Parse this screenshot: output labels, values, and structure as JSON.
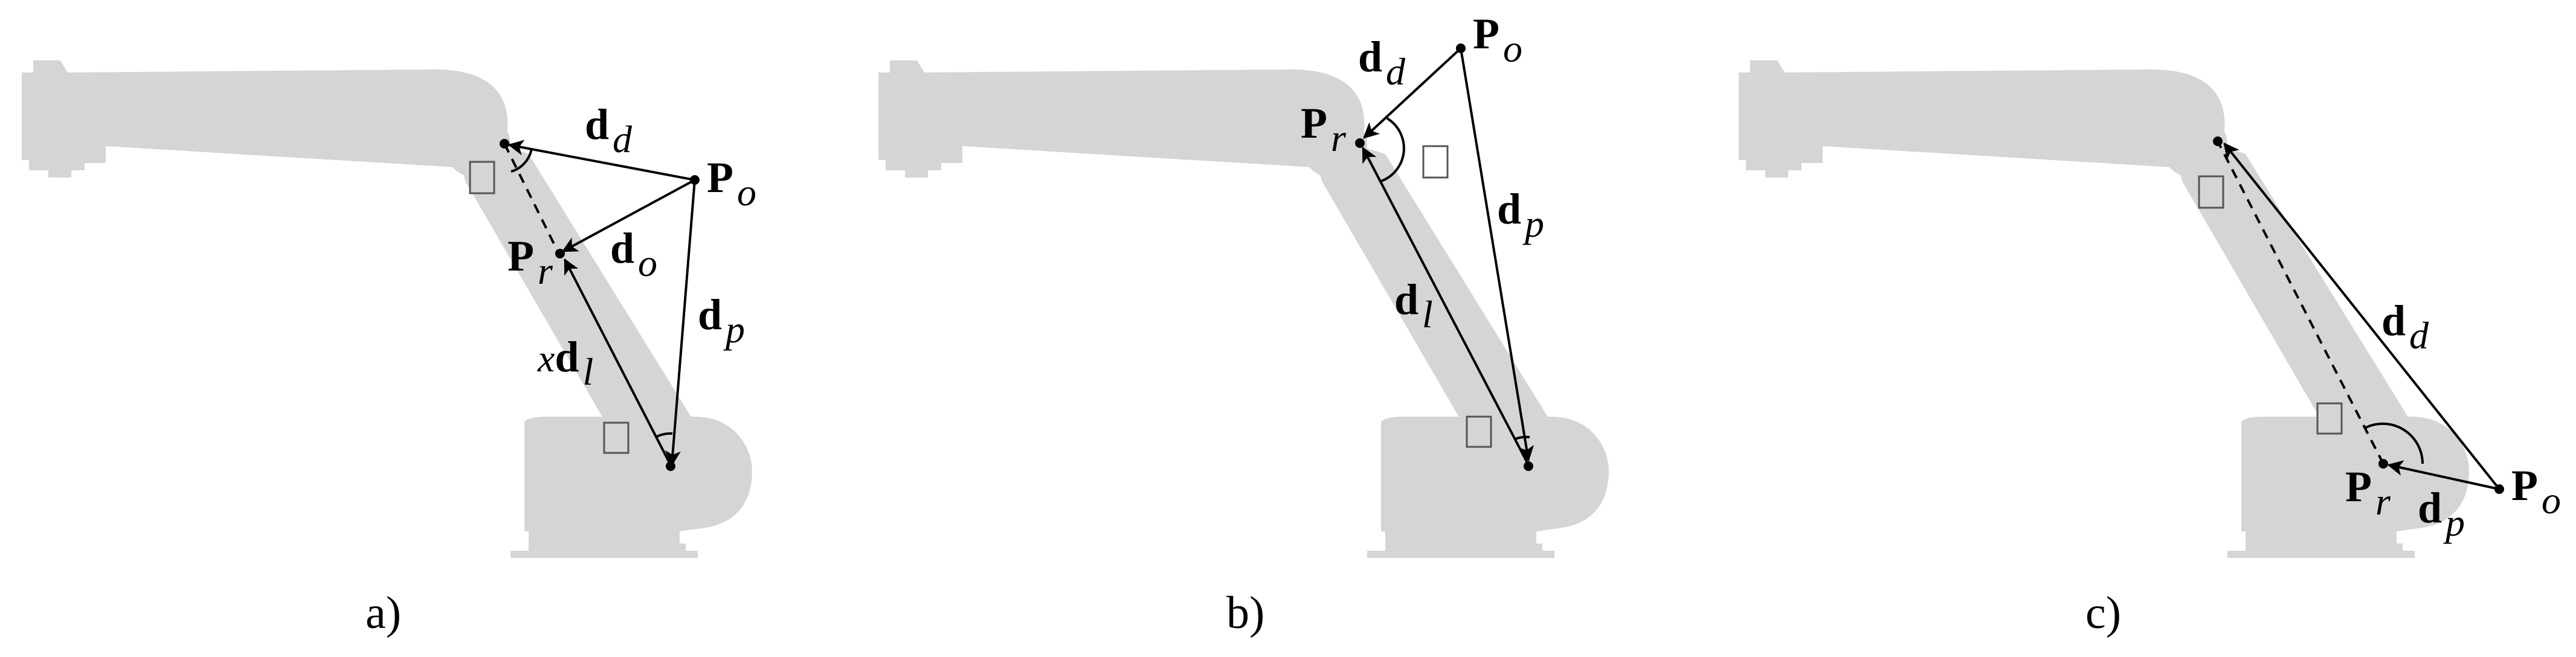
{
  "panels": [
    {
      "caption": "a)",
      "labels": {
        "d_d": [
          "d",
          "d"
        ],
        "P_o": [
          "P",
          "o"
        ],
        "P_r": [
          "P",
          "r"
        ],
        "d_o": [
          "d",
          "o"
        ],
        "d_p": [
          "d",
          "p"
        ],
        "xd_l": [
          "x",
          "d",
          "l"
        ]
      }
    },
    {
      "caption": "b)",
      "labels": {
        "d_d": [
          "d",
          "d"
        ],
        "P_o": [
          "P",
          "o"
        ],
        "P_r": [
          "P",
          "r"
        ],
        "d_p": [
          "d",
          "p"
        ],
        "d_l": [
          "d",
          "l"
        ]
      }
    },
    {
      "caption": "c)",
      "labels": {
        "d_d": [
          "d",
          "d"
        ],
        "P_r": [
          "P",
          "r"
        ],
        "d_p": [
          "d",
          "p"
        ],
        "P_o": [
          "P",
          "o"
        ]
      }
    }
  ]
}
